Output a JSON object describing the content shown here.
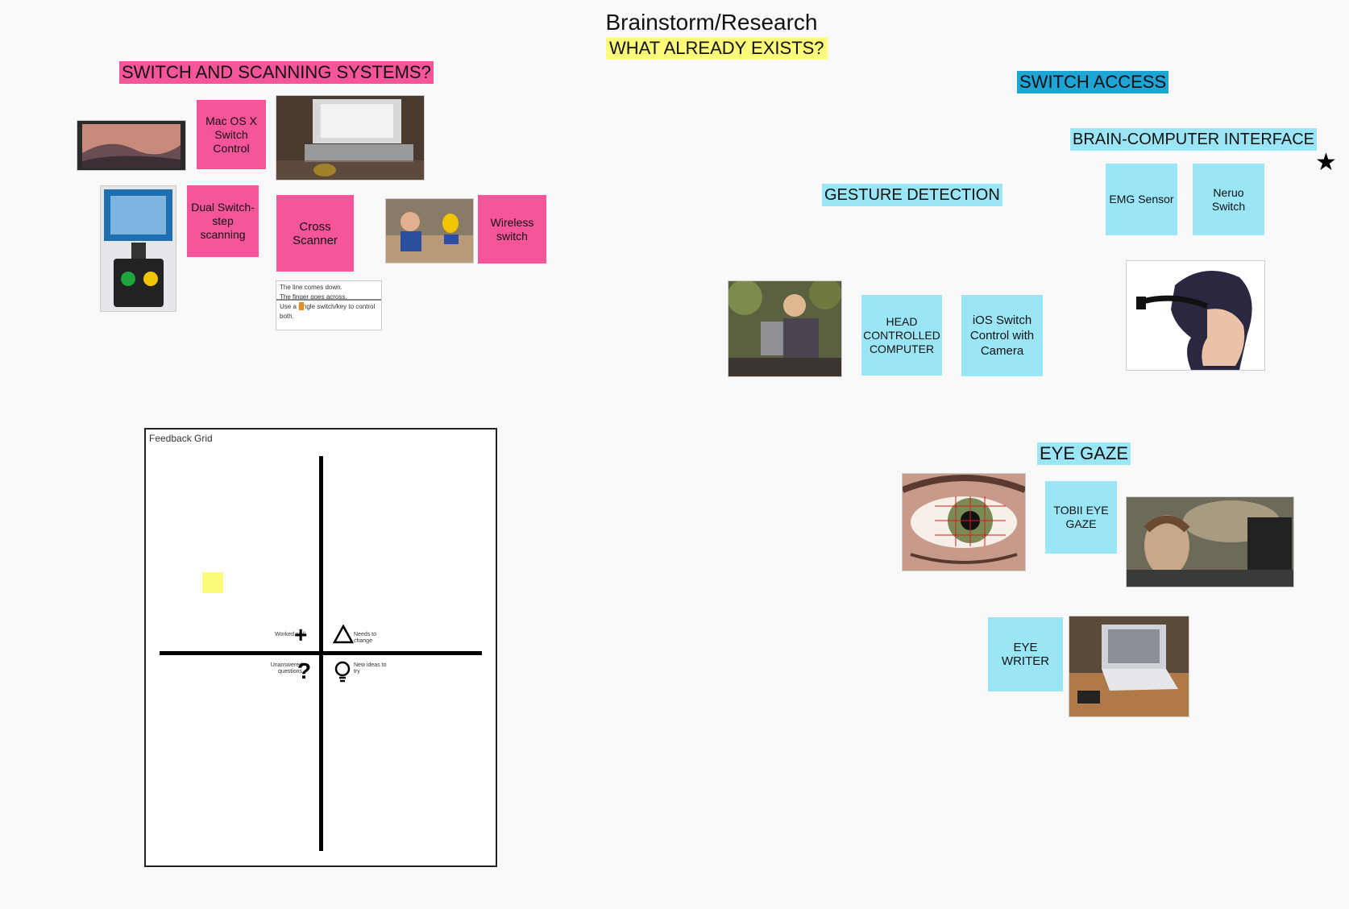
{
  "header": {
    "title": "Brainstorm/Research",
    "subtitle": "WHAT ALREADY EXISTS?"
  },
  "left_cluster": {
    "label": "SWITCH AND SCANNING SYSTEMS?",
    "stickies": {
      "macos": "Mac OS X Switch Control",
      "dual": "Dual Switch-step scanning",
      "cross": "Cross Scanner",
      "wireless": "Wireless switch"
    },
    "screenshot_lines": [
      "The line comes down.",
      "The finger goes across.",
      "Use a single switch/key to control both."
    ]
  },
  "right_cluster": {
    "label": "SWITCH ACCESS",
    "bci": {
      "label": "BRAIN-COMPUTER INTERFACE",
      "stickies": {
        "emg": "EMG Sensor",
        "neruo": "Neruo Switch"
      }
    },
    "gesture": {
      "label": "GESTURE DETECTION",
      "stickies": {
        "head": "HEAD CONTROLLED COMPUTER",
        "ios": "iOS Switch Control with Camera"
      }
    },
    "eye_gaze": {
      "label": "EYE GAZE",
      "stickies": {
        "tobii": "TOBII EYE GAZE",
        "eyewriter": "EYE WRITER"
      }
    }
  },
  "feedback_grid": {
    "title": "Feedback Grid",
    "quadrants": {
      "worked_well": "Worked well",
      "needs_change": "Needs to change",
      "unanswered": "Unanswered questions",
      "new_ideas": "New ideas to try"
    },
    "icons": {
      "plus": "+",
      "question": "?"
    }
  },
  "star_glyph": "★",
  "colors": {
    "pink": "#f7559a",
    "cyan": "#9ae6f7",
    "blue": "#1ea5d5",
    "yellow": "#fdfc7a"
  }
}
